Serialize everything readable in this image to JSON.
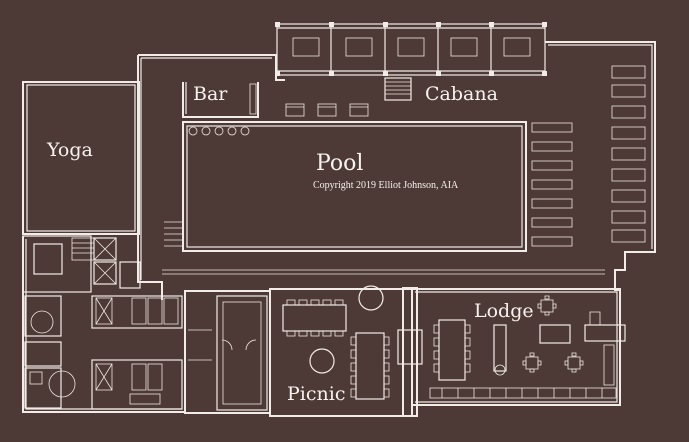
{
  "rooms": {
    "yoga": "Yoga",
    "bar": "Bar",
    "cabana": "Cabana",
    "pool": "Pool",
    "picnic": "Picnic",
    "lodge": "Lodge"
  },
  "copyright": "Copyright 2019 Elliot Johnson, AIA",
  "colors": {
    "background": "#4d3a36",
    "linework": "#f2ece8"
  }
}
